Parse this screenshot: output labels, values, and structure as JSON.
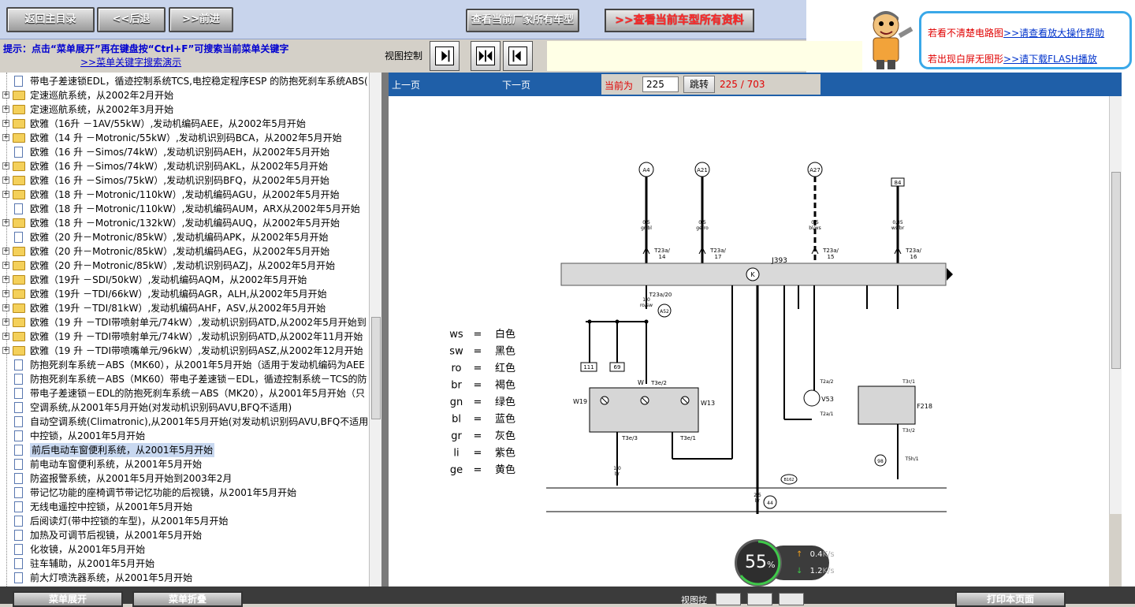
{
  "toolbar": {
    "home": "返回主目录",
    "back": "<<后退",
    "forward": ">>前进",
    "view_models": "查看当前厂家所有车型",
    "view_all": ">>查看当前车型所有资料"
  },
  "help": {
    "line1_text": "若看不清楚电路图",
    "line1_link": ">>请查看放大操作帮助",
    "line2_text": "若出现白屏无图形",
    "line2_link": ">>请下载FLASH播放"
  },
  "hint": {
    "text": "提示：点击“菜单展开”再在键盘按“Ctrl+F”可搜索当前菜单关键字",
    "link": ">>菜单关键字搜索演示"
  },
  "view_control": {
    "label": "视图控制"
  },
  "tree": {
    "items": [
      {
        "label": "带电子差速锁EDL，循迹控制系统TCS,电控稳定程序ESP 的防抱死刹车系统ABS(",
        "type": "doc"
      },
      {
        "label": "定速巡航系统，从2002年2月开始",
        "type": "folder"
      },
      {
        "label": "定速巡航系统，从2002年3月开始",
        "type": "folder"
      },
      {
        "label": "欧雅（16升 －1AV/55kW）,发动机编码AEE，从2002年5月开始",
        "type": "folder"
      },
      {
        "label": "欧雅（14 升 －Motronic/55kW）,发动机识别码BCA，从2002年5月开始",
        "type": "folder"
      },
      {
        "label": "欧雅（16 升 －Simos/74kW）,发动机识别码AEH，从2002年5月开始",
        "type": "doc"
      },
      {
        "label": "欧雅（16 升 －Simos/74kW）,发动机识别码AKL，从2002年5月开始",
        "type": "folder"
      },
      {
        "label": "欧雅（16 升 －Simos/75kW）,发动机识别码BFQ，从2002年5月开始",
        "type": "folder"
      },
      {
        "label": "欧雅（18 升 －Motronic/110kW）,发动机编码AGU，从2002年5月开始",
        "type": "folder"
      },
      {
        "label": "欧雅（18 升 －Motronic/110kW）,发动机编码AUM，ARX从2002年5月开始",
        "type": "doc"
      },
      {
        "label": "欧雅（18 升 －Motronic/132kW）,发动机编码AUQ，从2002年5月开始",
        "type": "folder"
      },
      {
        "label": "欧雅（20 升－Motronic/85kW）,发动机编码APK，从2002年5月开始",
        "type": "doc"
      },
      {
        "label": "欧雅（20 升－Motronic/85kW）,发动机编码AEG，从2002年5月开始",
        "type": "folder"
      },
      {
        "label": "欧雅（20 升－Motronic/85kW）,发动机识别码AZJ，从2002年5月开始",
        "type": "folder"
      },
      {
        "label": "欧雅（19升 －SDI/50kW）,发动机编码AQM，从2002年5月开始",
        "type": "folder"
      },
      {
        "label": "欧雅（19升 －TDI/66kW）,发动机编码AGR，ALH,从2002年5月开始",
        "type": "folder"
      },
      {
        "label": "欧雅（19升 －TDI/81kW）,发动机编码AHF，ASV,从2002年5月开始",
        "type": "folder"
      },
      {
        "label": "欧雅（19 升 －TDI带喷射单元/74kW）,发动机识别码ATD,从2002年5月开始到",
        "type": "folder"
      },
      {
        "label": "欧雅（19 升 －TDI带喷射单元/74kW）,发动机识别码ATD,从2002年11月开始",
        "type": "folder"
      },
      {
        "label": "欧雅（19 升 －TDI带喷嘴单元/96kW）,发动机识别码ASZ,从2002年12月开始",
        "type": "folder"
      },
      {
        "label": "防抱死刹车系统－ABS（MK60），从2001年5月开始（适用于发动机编码为AEE",
        "type": "doc"
      },
      {
        "label": "防抱死刹车系统－ABS（MK60）带电子差速锁－EDL，循迹控制系统－TCS的防",
        "type": "doc"
      },
      {
        "label": "带电子差速锁－EDL的防抱死刹车系统－ABS（MK20），从2001年5月开始（只",
        "type": "doc"
      },
      {
        "label": "空调系统,从2001年5月开始(对发动机识别码AVU,BFQ不适用)",
        "type": "doc"
      },
      {
        "label": "自动空调系统(Climatronic),从2001年5月开始(对发动机识别码AVU,BFQ不适用)",
        "type": "doc"
      },
      {
        "label": "中控锁，从2001年5月开始",
        "type": "doc"
      },
      {
        "label": "前后电动车窗便利系统，从2001年5月开始",
        "type": "doc",
        "selected": true
      },
      {
        "label": "前电动车窗便利系统，从2001年5月开始",
        "type": "doc"
      },
      {
        "label": "防盗报警系统，从2001年5月开始到2003年2月",
        "type": "doc"
      },
      {
        "label": "带记忆功能的座椅调节带记忆功能的后视镜，从2001年5月开始",
        "type": "doc"
      },
      {
        "label": "无线电遥控中控锁，从2001年5月开始",
        "type": "doc"
      },
      {
        "label": "后阅读灯(带中控锁的车型)，从2001年5月开始",
        "type": "doc"
      },
      {
        "label": "加热及可调节后视镜，从2001年5月开始",
        "type": "doc"
      },
      {
        "label": "化妆镜，从2001年5月开始",
        "type": "doc"
      },
      {
        "label": "驻车辅助，从2001年5月开始",
        "type": "doc"
      },
      {
        "label": "前大灯喷洗器系统，从2001年5月开始",
        "type": "doc"
      }
    ]
  },
  "pager": {
    "prev": "上一页",
    "next": "下一页",
    "current_label": "当前为",
    "current": "225",
    "go": "跳转",
    "position": "225 / 703"
  },
  "legend": [
    {
      "code": "ws",
      "eq": "=",
      "name": "白色"
    },
    {
      "code": "sw",
      "eq": "=",
      "name": "黑色"
    },
    {
      "code": "ro",
      "eq": "=",
      "name": "红色"
    },
    {
      "code": "br",
      "eq": "=",
      "name": "褐色"
    },
    {
      "code": "gn",
      "eq": "=",
      "name": "绿色"
    },
    {
      "code": "bl",
      "eq": "=",
      "name": "蓝色"
    },
    {
      "code": "gr",
      "eq": "=",
      "name": "灰色"
    },
    {
      "code": "li",
      "eq": "=",
      "name": "紫色"
    },
    {
      "code": "ge",
      "eq": "=",
      "name": "黄色"
    }
  ],
  "diagram": {
    "fuses": [
      "A4",
      "A21",
      "A27",
      "84"
    ],
    "top_wires": [
      "0,5\ngr/bl",
      "0,5\nge/ro",
      "0,5\nbl/ws",
      "0,35\nws/br"
    ],
    "top_pins": [
      "T23a/\n14",
      "T23a/\n17",
      "T23a/\n15",
      "T23a/\n16"
    ],
    "module": "J393",
    "module_symbol": "K",
    "left_conn": "T23a/20",
    "left_wire": "1,0\nro/sw",
    "mid_labels": [
      "A52",
      "111",
      "69",
      "W",
      "T3e/2",
      "W19",
      "W13",
      "T3e/3",
      "T3e/1"
    ],
    "right_labels": [
      "V53",
      "F218",
      "98",
      "T2a/2",
      "T2a/1",
      "T3r/1",
      "T3r/2",
      "T5h/1"
    ],
    "ground": [
      "2,5\nbr",
      "44",
      "B162"
    ],
    "bottom_wire": "1,0\nbr"
  },
  "bottom": {
    "menu_expand": "菜单展开",
    "menu_collapse": "菜单折叠",
    "view_label": "视图控",
    "right_btn": "打印本页面"
  },
  "netwidget": {
    "percent": "55",
    "percent_unit": "%",
    "up": "0.4",
    "down": "1.2",
    "unit": "K/s"
  }
}
